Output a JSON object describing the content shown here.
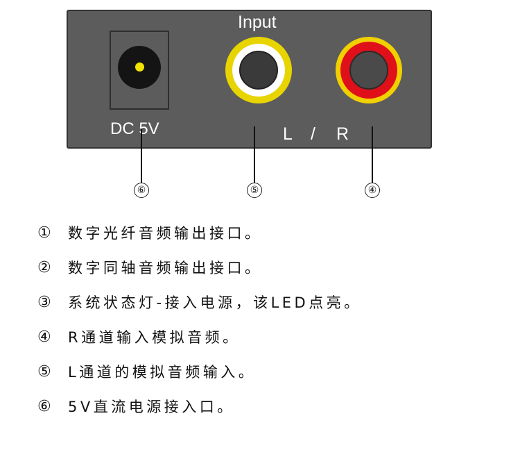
{
  "panel": {
    "input_label": "Input",
    "dc_label": "DC 5V",
    "l_label": "L",
    "slash_label": "/",
    "r_label": "R",
    "colors": {
      "panel": "#5c5c5c",
      "dc_pin": "#f2e400",
      "input_ring_yellow": "#e8d400",
      "input_ring_white": "#ffffff",
      "r_ring_red": "#e0101a"
    }
  },
  "callouts": [
    "⑥",
    "⑤",
    "④"
  ],
  "legend": [
    {
      "num": "①",
      "text": "数字光纤音频输出接口。"
    },
    {
      "num": "②",
      "text": "数字同轴音频输出接口。"
    },
    {
      "num": "③",
      "text": "系统状态灯-接入电源，该LED点亮。"
    },
    {
      "num": "④",
      "text": "R通道输入模拟音频。"
    },
    {
      "num": "⑤",
      "text": "L通道的模拟音频输入。"
    },
    {
      "num": "⑥",
      "text": "5V直流电源接入口。"
    }
  ]
}
